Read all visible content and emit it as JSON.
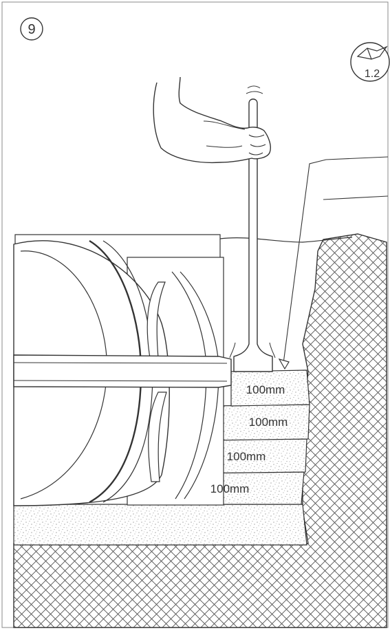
{
  "step": {
    "number": "9"
  },
  "reference_badge": {
    "icon": "open-book-icon",
    "label": "1.2"
  },
  "layers": [
    {
      "label": "100mm"
    },
    {
      "label": "100mm"
    },
    {
      "label": "100mm"
    },
    {
      "label": "100mm"
    }
  ],
  "colors": {
    "ink": "#333333",
    "paper": "#ffffff",
    "fill_speckle": "#777777"
  }
}
